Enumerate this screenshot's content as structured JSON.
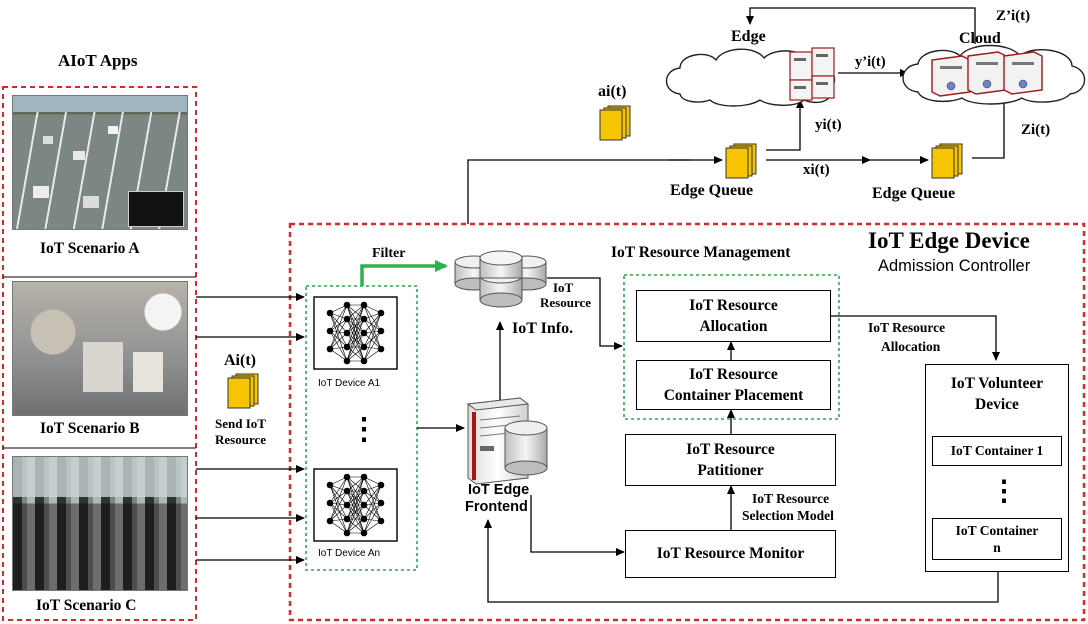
{
  "apps_title": "AIoT Apps",
  "scenarios": [
    {
      "label": "IoT Scenario A"
    },
    {
      "label": "IoT Scenario B"
    },
    {
      "label": "IoT Scenario C"
    }
  ],
  "send_resource": {
    "signal": "Ai(t)",
    "line1": "Send IoT",
    "line2": "Resource"
  },
  "devices": {
    "device_1": "IoT Device A1",
    "device_n": "IoT Device An",
    "ellipsis": "⋮"
  },
  "filter_label": "Filter",
  "iot_info": "IoT Info.",
  "iot_resource_arrow": {
    "line1": "IoT",
    "line2": "Resource"
  },
  "frontend": {
    "line1": "IoT Edge",
    "line2": "Frontend"
  },
  "resource_management_title": "IoT Resource Management",
  "edge_device": {
    "title": "IoT Edge Device",
    "subtitle": "Admission Controller"
  },
  "allocation_box": {
    "line1": "IoT Resource",
    "line2": "Allocation"
  },
  "placement_box": {
    "line1": "IoT Resource",
    "line2": "Container Placement"
  },
  "partitioner_box": {
    "line1": "IoT Resource",
    "line2": "Patitioner"
  },
  "monitor_box": "IoT Resource Monitor",
  "selection_model": {
    "line1": "IoT Resource",
    "line2": "Selection Model"
  },
  "allocation_arrow": {
    "line1": "IoT Resource",
    "line2": "Allocation"
  },
  "volunteer": {
    "title1": "IoT Volunteer",
    "title2": "Device",
    "container1": "IoT Container 1",
    "container_n1": "IoT Container",
    "container_n2": "n",
    "ellipsis": "⋮"
  },
  "edge_label": "Edge",
  "cloud_label": "Cloud",
  "edge_queue_1": "Edge Queue",
  "edge_queue_2": "Edge Queue",
  "signals": {
    "a": "ai(t)",
    "x": "xi(t)",
    "y": "yi(t)",
    "y_prime": "y’i(t)",
    "z": "Zi(t)",
    "z_prime": "Z’i(t)"
  },
  "colors": {
    "dashed_red": "#d42a2a",
    "dashed_green": "#2fa84f",
    "filter_arrow": "#2bb24c",
    "queue_yellow": "#f6c400",
    "server_red": "#a01818"
  }
}
